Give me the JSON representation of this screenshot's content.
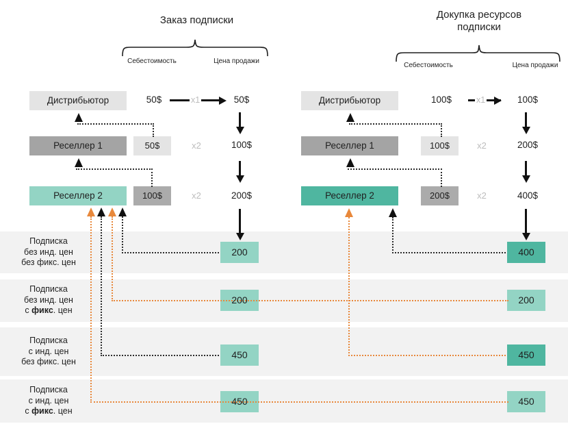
{
  "header": {
    "left": {
      "title": "Заказ подписки",
      "cost": "Себестоимость",
      "price": "Цена продажи"
    },
    "right": {
      "title_line1": "Докупка ресурсов",
      "title_line2": "подписки",
      "cost": "Себестоимость",
      "price": "Цена продажи"
    }
  },
  "chains": [
    {
      "id": "order",
      "roles": [
        "Дистрибьютор",
        "Реселлер 1",
        "Реселлер 2"
      ],
      "base_cost": "50$",
      "base_multiplier": "x1",
      "costs": [
        "50$",
        "100$"
      ],
      "multipliers": [
        "x2",
        "x2"
      ],
      "prices": [
        "50$",
        "100$",
        "200$"
      ]
    },
    {
      "id": "addon",
      "roles": [
        "Дистрибьютор",
        "Реселлер 1",
        "Реселлер 2"
      ],
      "base_cost": "100$",
      "base_multiplier": "x1",
      "costs": [
        "100$",
        "200$"
      ],
      "multipliers": [
        "x2",
        "x2"
      ],
      "prices": [
        "100$",
        "200$",
        "400$"
      ]
    }
  ],
  "rows": [
    {
      "l1": "Подписка",
      "l2": "без инд. цен",
      "l3_pre": "без фикс. цен",
      "l3_bold": "",
      "l3_post": "",
      "order_value": "200",
      "addon_value": "400"
    },
    {
      "l1": "Подписка",
      "l2": "без инд. цен",
      "l3_pre": "с ",
      "l3_bold": "фикс",
      "l3_post": ". цен",
      "order_value": "200",
      "addon_value": "200"
    },
    {
      "l1": "Подписка",
      "l2": "с инд. цен",
      "l3_pre": "без фикс. цен",
      "l3_bold": "",
      "l3_post": "",
      "order_value": "450",
      "addon_value": "450"
    },
    {
      "l1": "Подписка",
      "l2": "с инд. цен",
      "l3_pre": "с ",
      "l3_bold": "фикс",
      "l3_post": ". цен",
      "order_value": "450",
      "addon_value": "450"
    }
  ],
  "colors": {
    "teal_light": "#93d4c4",
    "teal_dark": "#4fb6a0",
    "grey_light": "#e4e4e4",
    "grey_mid": "#a4a4a4",
    "band": "#f2f2f2",
    "orange": "#e8883b",
    "ink": "#1f1f1f"
  }
}
